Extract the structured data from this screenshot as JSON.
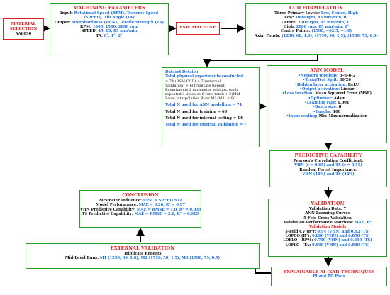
{
  "material": {
    "title": "MATERIAL SELECTION",
    "grade": "AA8090"
  },
  "machining": {
    "title": "MACHINING PARAMETERS",
    "input_label": "Input: ",
    "input_value": "Rotational Speed (RPM), Traverse Speed",
    "input_value2": "(SPEED), Tilt Angle (TA)",
    "output_label": "Output: ",
    "output_value": "Microhardness (VHN), Tensile Strength (TS)",
    "rpm_label": "RPM: ",
    "rpm_value": "1000, 1500, 2000 rpm",
    "speed_label": "SPEED: ",
    "speed_value": "45, 65, 85 mm/min",
    "ta_label": "TA: ",
    "ta_value": "0°, 1°, 2°"
  },
  "fsw": {
    "title": "FSW MACHINE"
  },
  "ccd": {
    "title": "CCD FORMULATION",
    "levels_label": "Three Primary Levels: ",
    "levels_value": "Low, Centre, High",
    "low_label": "Low: ",
    "low_value": "1000 rpm, 45 mm/min, 0°",
    "centre_label": "Centre: ",
    "centre_value": "1500 rpm, 65 mm/min, 1°",
    "high_label": "High: ",
    "high_value": "2000 rpm, 85 mm/min, 2°",
    "cp_label": "Centre Points: ",
    "cp_value": "(1500, −62.5, −1.0)",
    "ap_label": "Axial Points: ",
    "ap_value": "(1250, 60, 1.0), (1750, 50, 1.5), (1500, 75, 0.5)"
  },
  "dataset": {
    "title": "Dataset Details:",
    "line1": "Total physical experiments conducted",
    "line2": "= 74 (RSM-CCD) + 7 (external",
    "line3": "Validation) + 6(Triplicate Repeat",
    "line4": "Experiments 2 parameter settings, each",
    "line5": "repeated 3 times so 6 runs total) + 3(Mid-",
    "line6": "Level Interpolation Runs M1–M3) = 90",
    "n_ann": "Total N used for ANN modelling = 74",
    "n_train": "Total N used for training = 60",
    "n_test": "Total N used for internal testing = 14",
    "n_ext": "Total N used for external validation = 7"
  },
  "ann": {
    "title": "ANN MODEL",
    "l1_label": "•Network topology: ",
    "l1_value": "3–6–6–2",
    "l2_label": "•Train/Test Split: ",
    "l2_value": "80/20",
    "l3_label": "•Hidden layer activation: ",
    "l3_value": "ReLU",
    "l4_label": "•Output activation: ",
    "l4_value": "Linear",
    "l5_label": "•Loss function: ",
    "l5_value": "Mean Squared Error (MSE)",
    "l6_label": "•Optimizer: ",
    "l6_value": "Adam",
    "l7_label": "•Learning rate: ",
    "l7_value": "0.001",
    "l8_label": "•Batch size: ",
    "l8_value": "8",
    "l9_label": "•Epochs: ",
    "l9_value": "100",
    "l10_label": "•Input scaling: ",
    "l10_value": "Min–Max normalization"
  },
  "predictive": {
    "title": "PREDICTIVE CAPABILITY",
    "pearson": "Pearson’s Correlation Coefficient:",
    "pearson_value": "VHN (r = 0.65) and TS (r = 0.55)",
    "rf": "Random Forest Importance:",
    "rf_value": "VHN (48%) and TS (42%)"
  },
  "validation": {
    "title": "VALIDATION",
    "data_label": "Validation Data: ",
    "data_value": "7",
    "curves": "ANN Learning Curves",
    "fivefold": "5-Fold Cross Validation",
    "matrices_label": "Validation Performance Matrices: ",
    "matrices_value": "MAE, R²",
    "models_title": "Validation Models",
    "m1_label": "5-Fold CV (R²): ",
    "m1_value": "0.94 (VHN) and 0.92 (TS)",
    "m2_label": "LOPCO (R²): ",
    "m2_value": "0.880 (VHN) and 0.850 (TS)",
    "m3_label": "LOFLO – RPM: ",
    "m3_value": "0.700 (VHN) and 0.650 (TS)",
    "m4_label": "LOFLO – TA: ",
    "m4_value": "0.900 (VHN) and 0.880 (TS)"
  },
  "xai": {
    "title": "EXPLAINABLE AI (XAI) TECHNIQUES",
    "subtitle": "PI and PD Plots"
  },
  "external": {
    "title": "EXTERNAL VALIDATION",
    "line1": "Triplicate Repeats",
    "mid_label": "Mid-Level Runs: ",
    "mid_value": "M1 (1250, 60, 1.0), M2 (1750, 50, 1.5), M3 (1500, 75, 0.5)"
  },
  "conclusion": {
    "title": "CONCLUSION",
    "p_label": "Parameter Influence: ",
    "p_value": "RPM > SPEED >TA",
    "mp_label": "Model Performance: ",
    "mp_value": "MAE = 0.26, R² = 0.97",
    "vhn_label": "VHN Predictive Capability: ",
    "vhn_value": "MAE = RMSE = 1.0, R² = 0.939",
    "ts_label": "TS Predictive Capability: ",
    "ts_value": "MAE = RMSE = 2.0, R² = 0.919"
  },
  "colors": {
    "box_border": "#27a127",
    "title_red": "#e02020",
    "value_blue": "#1a6fe0",
    "arrow": "#000000"
  }
}
